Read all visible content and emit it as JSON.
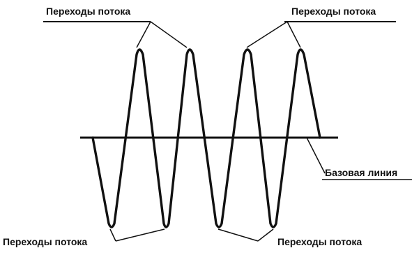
{
  "labels": {
    "top_left": "Переходы потока",
    "top_right": "Переходы потока",
    "bottom_left": "Переходы потока",
    "bottom_right": "Переходы потока",
    "baseline": "Базовая линия"
  },
  "colors": {
    "ink": "#111111",
    "background": "#ffffff"
  }
}
